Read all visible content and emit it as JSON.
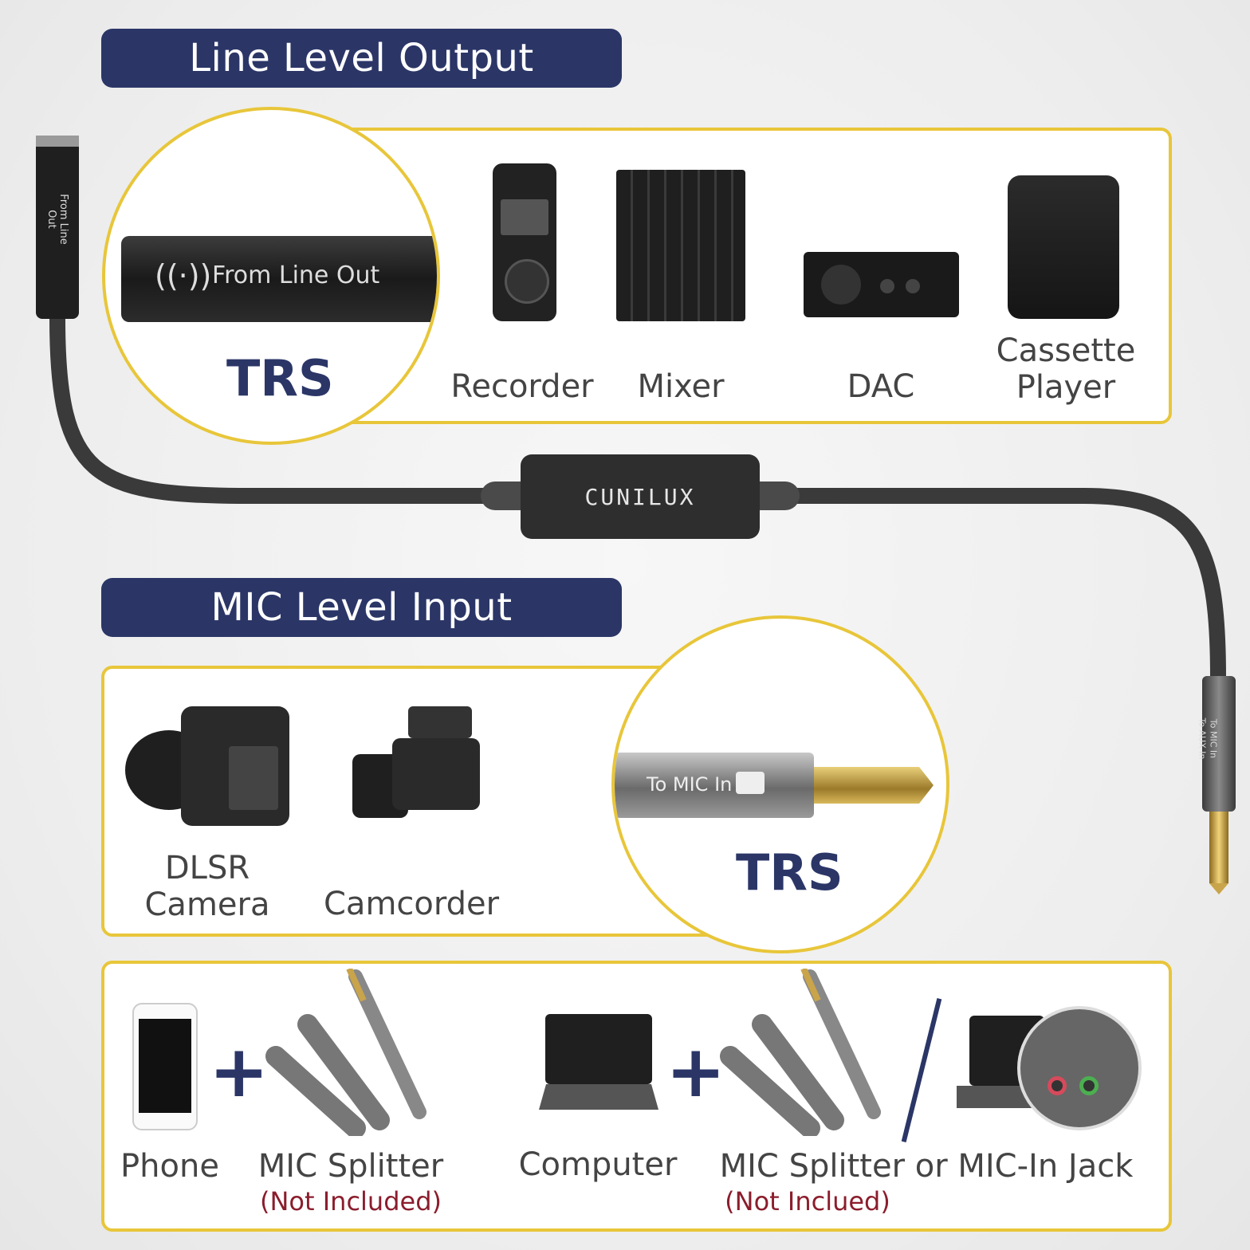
{
  "line_section": {
    "banner": "Line Level Output",
    "connector_print": "From Line Out",
    "connector_type": "TRS",
    "devices": [
      {
        "label": "Recorder",
        "icon": "recorder-icon"
      },
      {
        "label": "Mixer",
        "icon": "mixer-icon"
      },
      {
        "label": "DAC",
        "icon": "dac-icon"
      },
      {
        "label": "Cassette Player",
        "line1": "Cassette",
        "line2": "Player",
        "icon": "cassette-player-icon"
      }
    ]
  },
  "attenuator": {
    "brand": "CUNILUX"
  },
  "side_jack": {
    "print": "From Line Out"
  },
  "plug_print": {
    "line1": "To MIC In",
    "line2": "To AUX In"
  },
  "mic_section": {
    "banner": "MIC Level Input",
    "connector_print": "To MIC In",
    "connector_type": "TRS",
    "devices": [
      {
        "label": "DLSR Camera",
        "line1": "DLSR",
        "line2": "Camera",
        "icon": "dslr-camera-icon"
      },
      {
        "label": "Camcorder",
        "icon": "camcorder-icon"
      }
    ]
  },
  "bottom_section": {
    "phone": "Phone",
    "plus": "+",
    "mic_splitter": "MIC Splitter",
    "not_included": "(Not Included)",
    "computer": "Computer",
    "mic_splitter_or_jack": "MIC Splitter or MIC-In Jack",
    "not_inclued": "(Not Inclued)"
  },
  "colors": {
    "banner": "#2b3667",
    "accent_border": "#e8c63a",
    "note_red": "#8b1d2c",
    "text_gray": "#444444"
  }
}
